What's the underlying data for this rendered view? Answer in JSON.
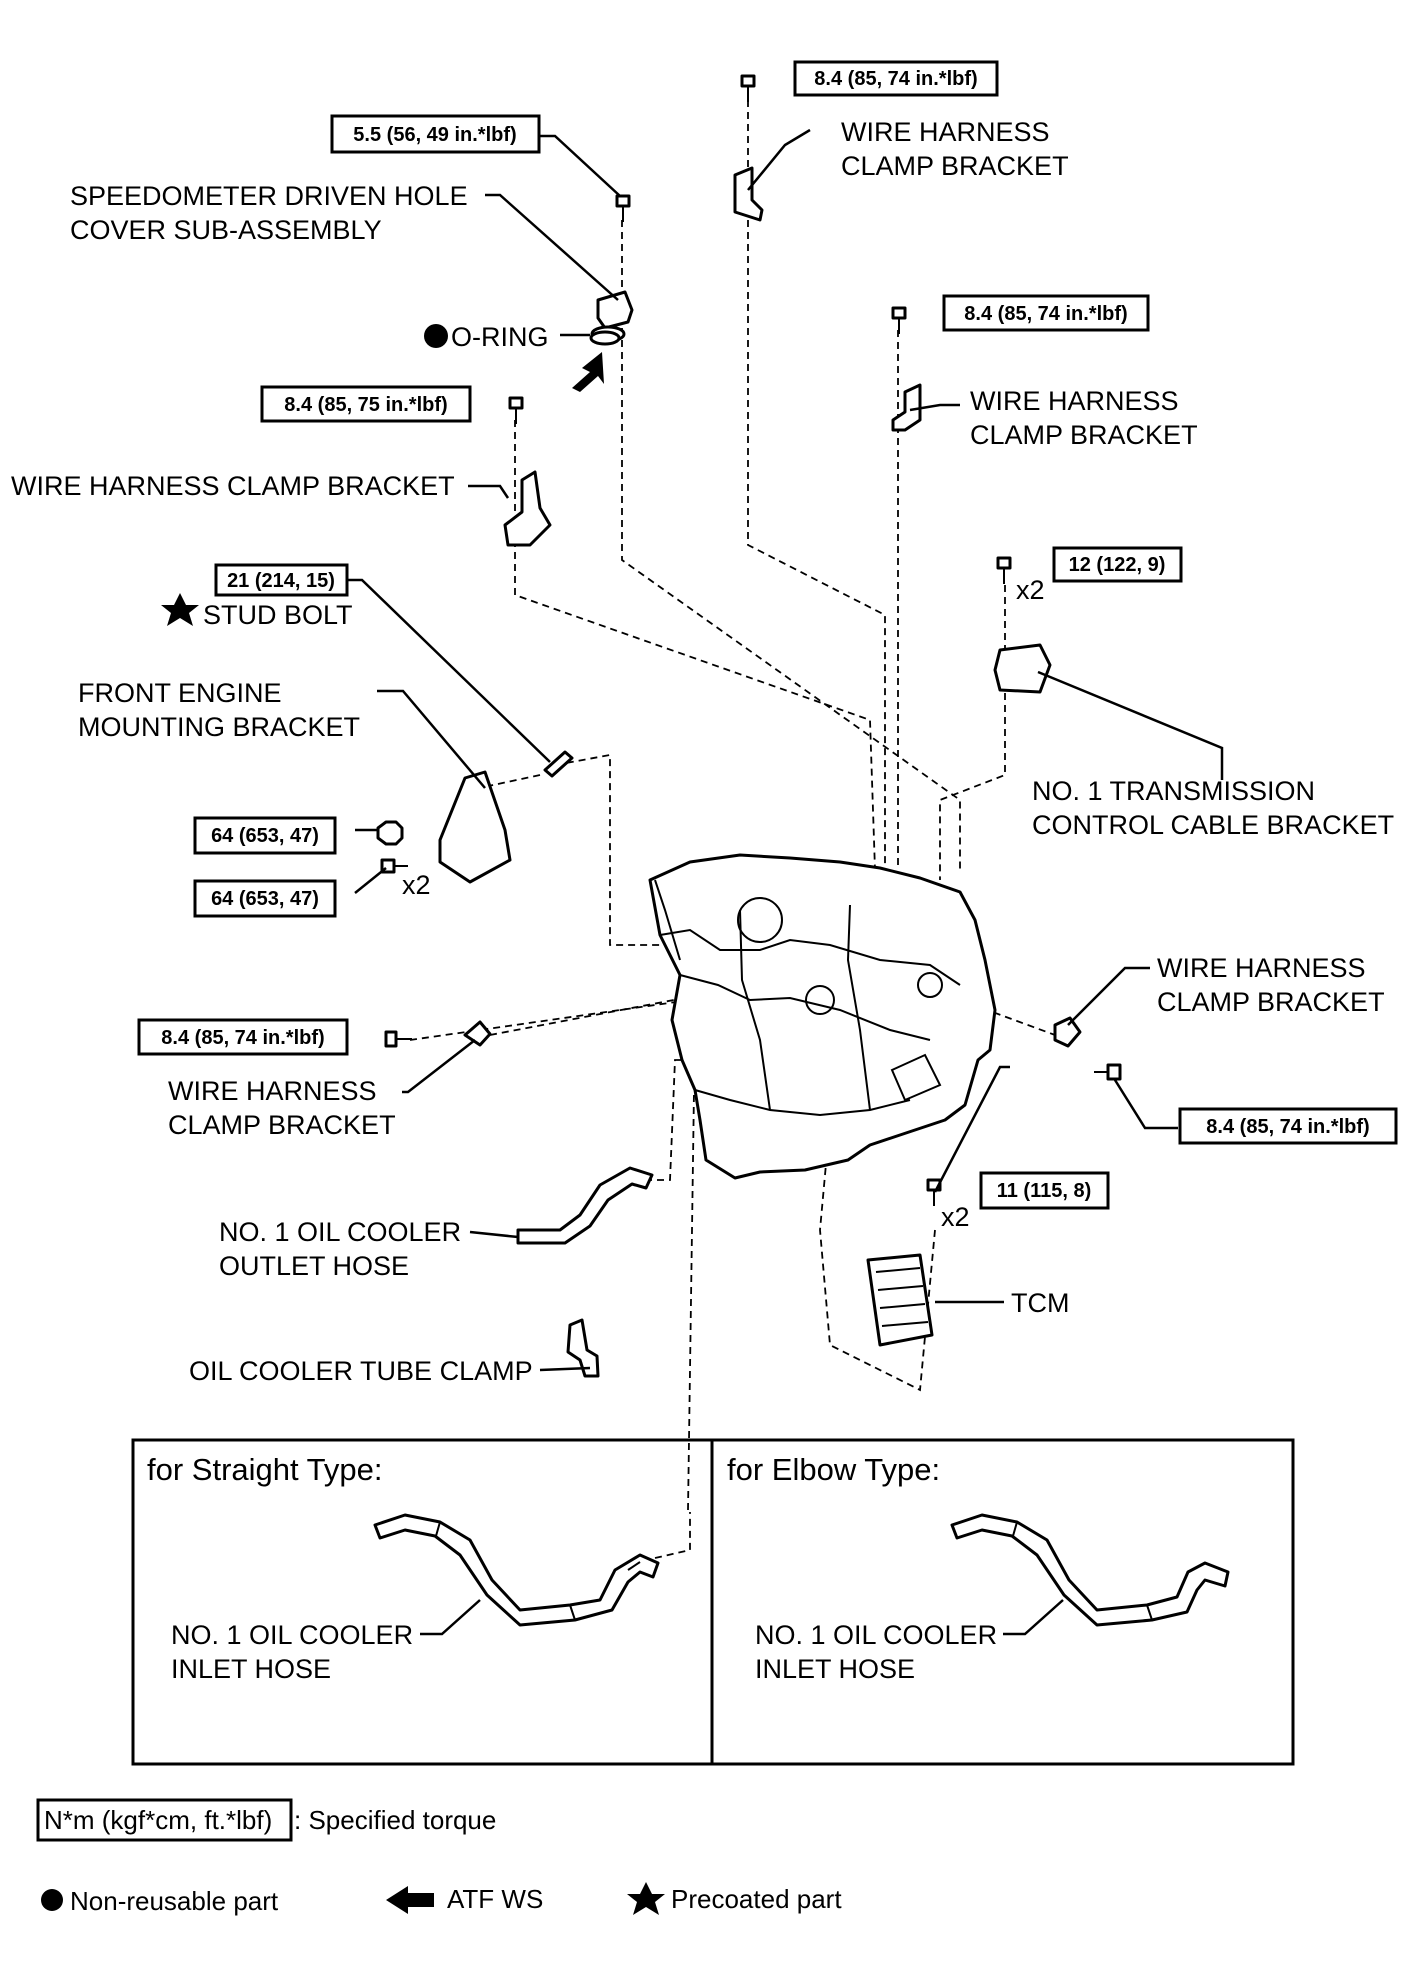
{
  "torque_labels": {
    "speedo_bolt": "5.5 (56, 49 in.*lbf)",
    "top_bolt": "8.4 (85, 74 in.*lbf)",
    "right_bracket_bolt": "8.4 (85, 74 in.*lbf)",
    "left_bracket_bolt": "8.4 (85, 75 in.*lbf)",
    "stud_bolt": "21 (214, 15)",
    "cable_bracket_bolt": "12 (122, 9)",
    "mount_nut": "64 (653, 47)",
    "mount_bolt": "64 (653, 47)",
    "lower_left_bolt": "8.4 (85, 74 in.*lbf)",
    "lower_right_bolt": "8.4 (85, 74 in.*lbf)",
    "tcm_bolt": "11 (115, 8)"
  },
  "quantities": {
    "cable_bracket": "x2",
    "mount_bolt": "x2",
    "tcm_bolt": "x2"
  },
  "part_labels": {
    "speedo_cover_1": "SPEEDOMETER DRIVEN HOLE",
    "speedo_cover_2": "COVER SUB-ASSEMBLY",
    "o_ring": "O-RING",
    "top_clamp_1": "WIRE HARNESS",
    "top_clamp_2": "CLAMP BRACKET",
    "right_clamp_1": "WIRE HARNESS",
    "right_clamp_2": "CLAMP BRACKET",
    "left_clamp": "WIRE HARNESS CLAMP BRACKET",
    "stud_bolt": "STUD BOLT",
    "front_mount_1": "FRONT ENGINE",
    "front_mount_2": "MOUNTING BRACKET",
    "cable_bracket_1": "NO. 1 TRANSMISSION",
    "cable_bracket_2": "CONTROL CABLE BRACKET",
    "side_clamp_1": "WIRE HARNESS",
    "side_clamp_2": "CLAMP BRACKET",
    "lower_clamp_1": "WIRE HARNESS",
    "lower_clamp_2": "CLAMP BRACKET",
    "outlet_hose_1": "NO. 1 OIL COOLER",
    "outlet_hose_2": "OUTLET HOSE",
    "tcm": "TCM",
    "tube_clamp": "OIL COOLER TUBE CLAMP"
  },
  "panels": {
    "straight_title": "for Straight Type:",
    "straight_hose_1": "NO. 1 OIL COOLER",
    "straight_hose_2": "INLET HOSE",
    "elbow_title": "for Elbow Type:",
    "elbow_hose_1": "NO. 1 OIL COOLER",
    "elbow_hose_2": "INLET HOSE"
  },
  "legend": {
    "torque_unit": "N*m (kgf*cm, ft.*lbf)",
    "torque_desc": ": Specified torque",
    "non_reusable": "Non-reusable part",
    "atf": "ATF WS",
    "precoated": "Precoated part"
  }
}
